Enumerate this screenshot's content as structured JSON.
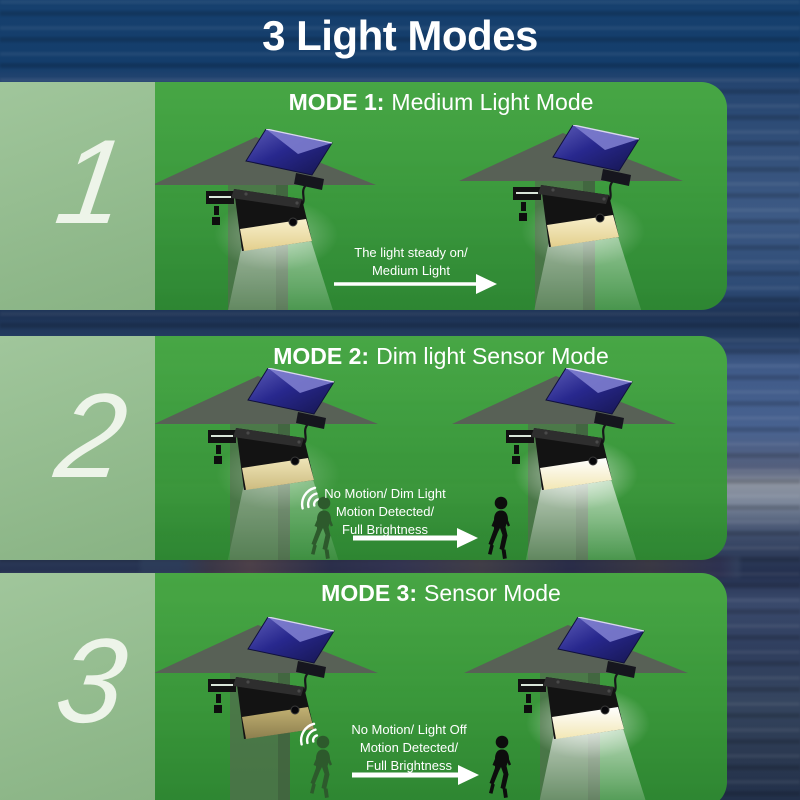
{
  "title": "3 Light Modes",
  "panels": [
    {
      "number": "1",
      "mode_label": "MODE 1:",
      "mode_name": "Medium Light Mode",
      "caption": [
        "The light steady on/",
        "Medium Light"
      ],
      "scenes": [
        {
          "light_state": "medium",
          "beam": true
        },
        {
          "light_state": "medium",
          "beam": true
        }
      ]
    },
    {
      "number": "2",
      "mode_label": "MODE 2:",
      "mode_name": "Dim light Sensor Mode",
      "caption": [
        "No Motion/ Dim Light",
        "Motion Detected/",
        "Full Brightness"
      ],
      "scenes": [
        {
          "light_state": "dim",
          "beam": true
        },
        {
          "light_state": "bright",
          "beam": true
        }
      ],
      "persons": [
        {
          "state": "no-motion"
        },
        {
          "state": "motion-detected"
        }
      ]
    },
    {
      "number": "3",
      "mode_label": "MODE 3:",
      "mode_name": "Sensor Mode",
      "caption": [
        "No Motion/ Light Off",
        "Motion Detected/",
        "Full Brightness"
      ],
      "scenes": [
        {
          "light_state": "off",
          "beam": false
        },
        {
          "light_state": "bright",
          "beam": true
        }
      ],
      "persons": [
        {
          "state": "no-motion"
        },
        {
          "state": "motion-detected"
        }
      ]
    }
  ],
  "colors": {
    "background_navy": "#16406e",
    "panel_green": "#3fa33f",
    "number_column_green": "#94bc90",
    "text_white": "#ffffff",
    "roof_gray": "#586156",
    "solar_panel_navy": "#28288e",
    "person_black": "#0d0d0d",
    "person_green": "#2d5a2c",
    "lens_warm": "#f2e7b4"
  },
  "icons": {
    "scene": "solar-wall-light-scene",
    "waves": "motion-waves-icon",
    "person": "person-walking-icon",
    "arrow": "arrow-right-icon"
  },
  "arrows": {
    "p1": {
      "length": 166,
      "weight": 3.6
    },
    "p2": {
      "length": 128,
      "weight": 5
    },
    "p3": {
      "length": 130,
      "weight": 5
    }
  }
}
